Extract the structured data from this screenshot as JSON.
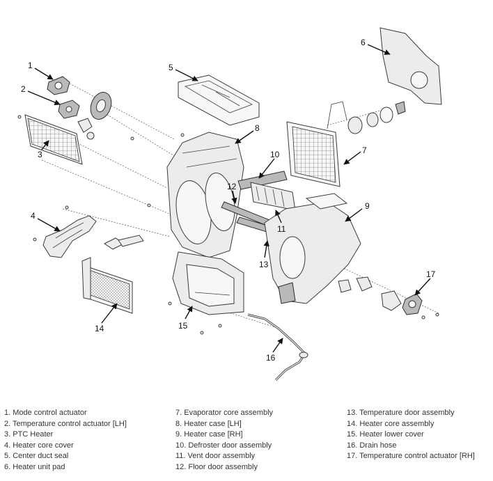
{
  "callouts": [
    "1",
    "2",
    "3",
    "4",
    "5",
    "6",
    "7",
    "8",
    "9",
    "10",
    "11",
    "12",
    "13",
    "14",
    "15",
    "16",
    "17"
  ],
  "legend": {
    "col1": [
      "1. Mode control actuator",
      "2. Temperature control actuator [LH]",
      "3. PTC Heater",
      "4. Heater core cover",
      "5. Center duct seal",
      "6. Heater unit pad"
    ],
    "col2": [
      "7. Evaporator core assembly",
      "8. Heater case [LH]",
      "9. Heater case [RH]",
      "10. Defroster door assembly",
      "11. Vent door assembly",
      "12. Floor door assembly"
    ],
    "col3": [
      "13. Temperature door assembly",
      "14. Heater core assembly",
      "15. Heater lower cover",
      "16. Drain hose",
      "17. Temperature control actuator [RH]"
    ]
  }
}
